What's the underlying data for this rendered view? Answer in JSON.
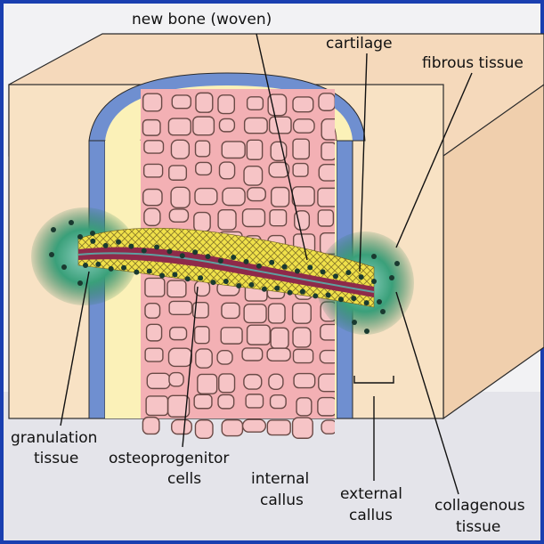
{
  "colors": {
    "frame": "#1a3fb0",
    "background": "#f2f2f4",
    "block_front": "#f8e2c4",
    "block_side": "#f0d0ae",
    "periosteum": "#6f8fd0",
    "marrow": "#fbf1b8",
    "trabecula_fill": "#f3b0b4",
    "trabecula_stroke": "#6a4a46",
    "granulation": "#2f8a5a",
    "woven_bone": "#f0e14a",
    "collagen_band": "#8e2a4a"
  },
  "labels": {
    "new_bone": "new bone (woven)",
    "cartilage": "cartilage",
    "fibrous_tissue": "fibrous tissue",
    "granulation_line1": "granulation",
    "granulation_line2": "tissue",
    "osteoprogenitor_line1": "osteoprogenitor",
    "osteoprogenitor_line2": "cells",
    "internal_line1": "internal",
    "internal_line2": "callus",
    "external_line1": "external",
    "external_line2": "callus",
    "collagenous_line1": "collagenous",
    "collagenous_line2": "tissue"
  }
}
